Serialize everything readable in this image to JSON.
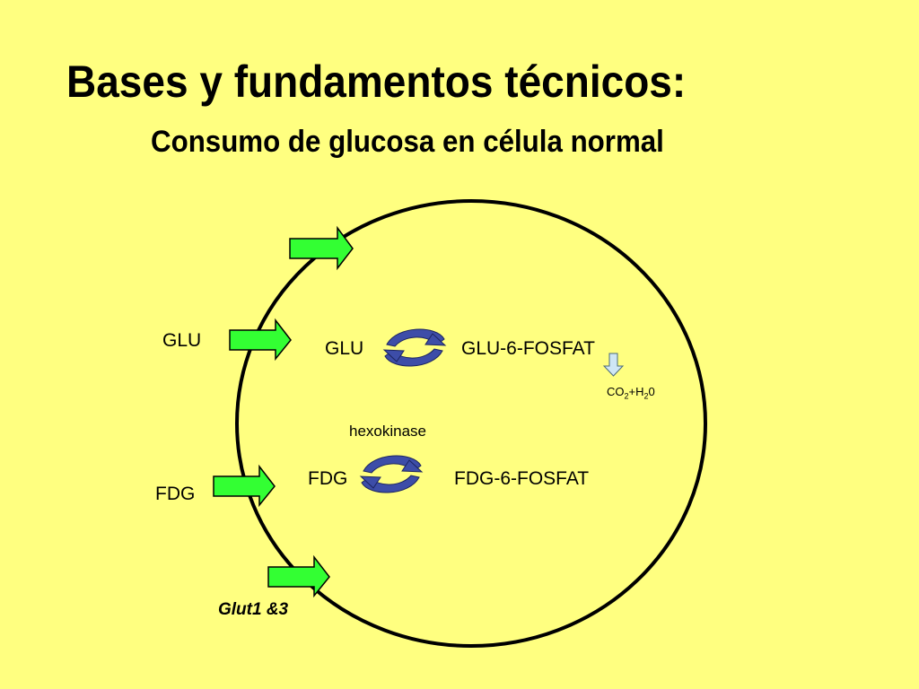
{
  "slide": {
    "background": "#ffff80",
    "title": "Bases y fundamentos técnicos:",
    "subtitle": "Consumo de glucosa en célula normal"
  },
  "diagram": {
    "outside_glu": "GLU",
    "outside_fdg": "FDG",
    "glu_reaction": {
      "substrate": "GLU",
      "product": "GLU-6-FOSFAT"
    },
    "co2_prefix": "CO",
    "co2_sub": "2",
    "co2_mid": "+H",
    "h2o_sub": "2",
    "co2_suffix": "0",
    "enzyme": "hexokinase",
    "fdg_reaction": {
      "substrate": "FDG",
      "product": "FDG-6-FOSFAT"
    },
    "transporter": "Glut1 &3"
  },
  "colors": {
    "arrow_fill": "#33ff33",
    "arrow_stroke": "#000000",
    "cycle_fill": "#3d4da8",
    "cell_stroke": "#000000",
    "down_arrow_fill": "#cfe6f5"
  },
  "icons": {
    "transport_arrow": "right-arrow-icon",
    "reaction_cycle": "reversible-cycle-icon",
    "metabolism_arrow": "down-arrow-icon"
  }
}
